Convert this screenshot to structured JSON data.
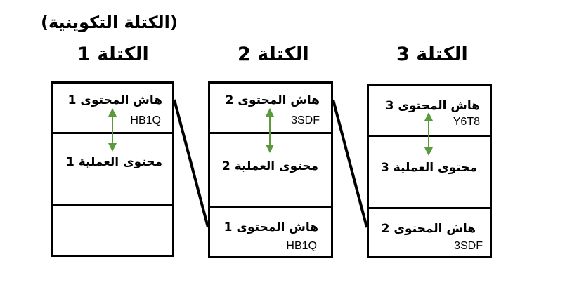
{
  "genesis_label": "(الكتلة التكوينية)",
  "blocks": [
    {
      "title": "الكتلة 1",
      "hash_label": "هاش المحتوى 1",
      "hash_value": "HB1Q",
      "data_label": "محتوى العملية 1",
      "prev_hash_label": "",
      "prev_hash_value": ""
    },
    {
      "title": "الكتلة 2",
      "hash_label": "هاش المحتوى 2",
      "hash_value": "3SDF",
      "data_label": "محتوى العملية 2",
      "prev_hash_label": "هاش المحتوى 1",
      "prev_hash_value": "HB1Q"
    },
    {
      "title": "الكتلة 3",
      "hash_label": "هاش المحتوى 3",
      "hash_value": "Y6T8",
      "data_label": "محتوى العملية 3",
      "prev_hash_label": "هاش المحتوى 2",
      "prev_hash_value": "3SDF"
    }
  ],
  "colors": {
    "arrow": "#5a9a3c",
    "border": "#000000"
  }
}
